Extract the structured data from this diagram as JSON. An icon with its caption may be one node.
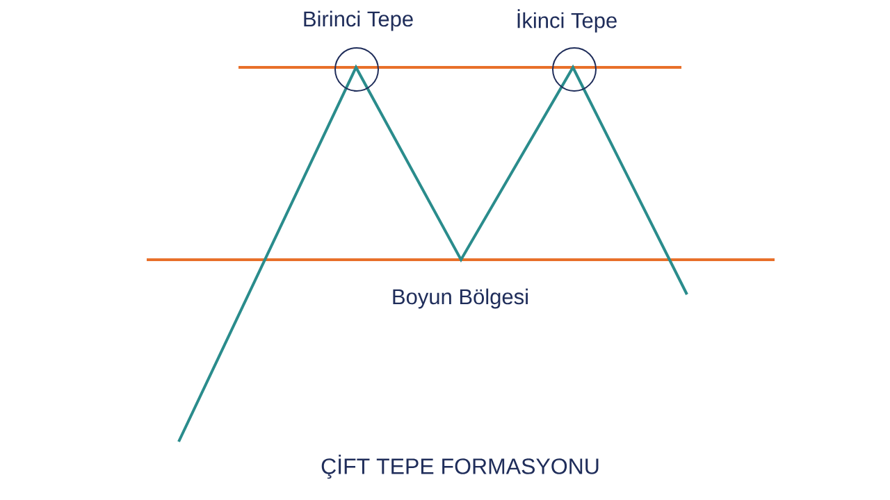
{
  "diagram": {
    "caption": "ÇİFT TEPE FORMASYONU",
    "labels": [
      "Birinci Tepe",
      "İkinci Tepe",
      "Boyun Bölgesi"
    ]
  }
}
